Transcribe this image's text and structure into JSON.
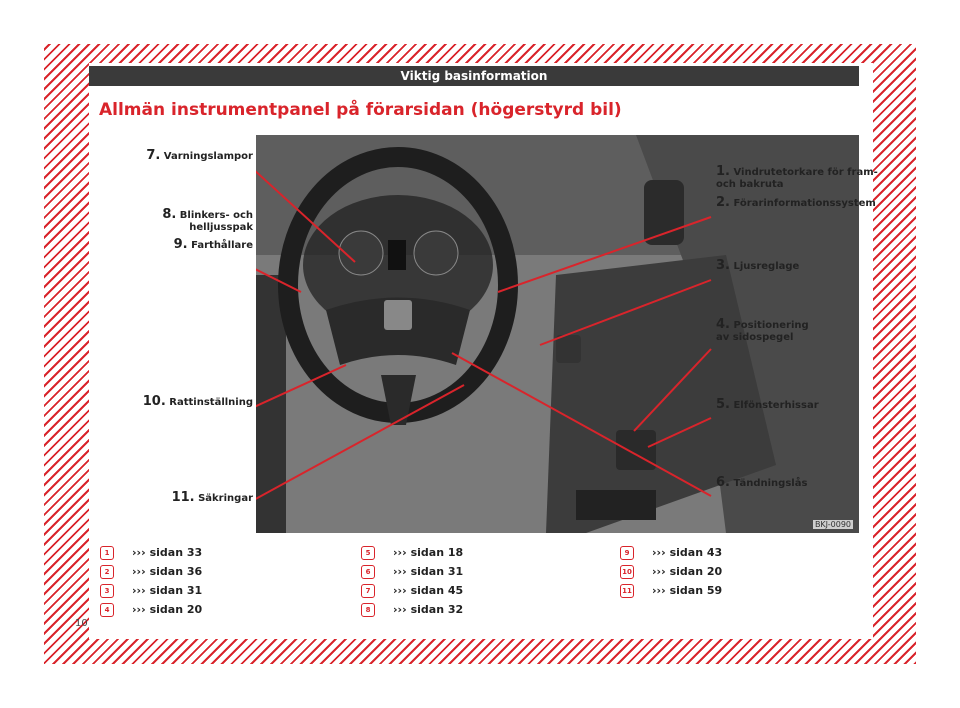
{
  "header": {
    "section": "Viktig basinformation"
  },
  "title": "Allmän instrumentpanel på förarsidan (högerstyrd bil)",
  "figure": {
    "code": "BKJ-0090",
    "callouts": [
      {
        "num": "7.",
        "text": "Varningslampor"
      },
      {
        "num": "8.",
        "text": "Blinkers- och",
        "text2": "helljusspak"
      },
      {
        "num": "9.",
        "text": "Farthållare"
      },
      {
        "num": "10.",
        "text": "Rattinställning"
      },
      {
        "num": "11.",
        "text": "Säkringar"
      },
      {
        "num": "1.",
        "text": "Vindrutetorkare för fram-",
        "text2": "och bakruta"
      },
      {
        "num": "2.",
        "text": "Förarinformationssystem"
      },
      {
        "num": "3.",
        "text": "Ljusreglage"
      },
      {
        "num": "4.",
        "text": "Positionering",
        "text2": "av sidospegel"
      },
      {
        "num": "5.",
        "text": "Elfönsterhissar"
      },
      {
        "num": "6.",
        "text": "Tändningslås"
      }
    ]
  },
  "refs": [
    {
      "badge": "1",
      "arrow": "›››",
      "text": "sidan 33"
    },
    {
      "badge": "2",
      "arrow": "›››",
      "text": "sidan 36"
    },
    {
      "badge": "3",
      "arrow": "›››",
      "text": "sidan 31"
    },
    {
      "badge": "4",
      "arrow": "›››",
      "text": "sidan 20"
    },
    {
      "badge": "5",
      "arrow": "›››",
      "text": "sidan 18"
    },
    {
      "badge": "6",
      "arrow": "›››",
      "text": "sidan 31"
    },
    {
      "badge": "7",
      "arrow": "›››",
      "text": "sidan 45"
    },
    {
      "badge": "8",
      "arrow": "›››",
      "text": "sidan 32"
    },
    {
      "badge": "9",
      "arrow": "›››",
      "text": "sidan 43"
    },
    {
      "badge": "10",
      "arrow": "›››",
      "text": "sidan 20"
    },
    {
      "badge": "11",
      "arrow": "›››",
      "text": "sidan 59"
    }
  ],
  "page_number": "10",
  "colors": {
    "accent": "#d9242b",
    "header_bg": "#3a3a3a"
  }
}
